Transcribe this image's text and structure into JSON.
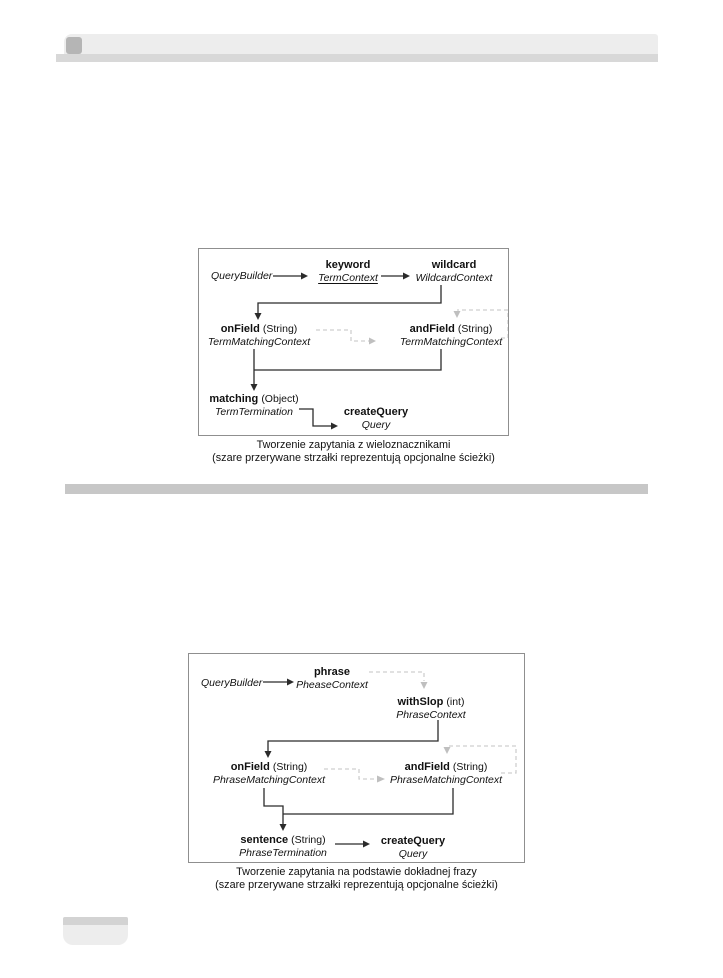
{
  "palette": {
    "page_bg": "#ffffff",
    "text": "#111111",
    "line": "#2b2b2b",
    "dashed": "#cfcfcf",
    "dashed_arrow": "#bfbfbf",
    "border": "#8f8f8f",
    "header_bar": "#ededed",
    "header_strip": "#d8d8d8",
    "header_square": "#b5b5b5",
    "separator": "#c7c7c7",
    "badge_body": "#ededed",
    "badge_strip": "#d3d3d3"
  },
  "figure1": {
    "nodes": {
      "querybuilder": {
        "label": "QueryBuilder"
      },
      "keyword": {
        "name": "keyword",
        "context": "TermContext"
      },
      "wildcard": {
        "name": "wildcard",
        "context": "WildcardContext"
      },
      "onfield": {
        "name": "onField",
        "args": "(String)",
        "context": "TermMatchingContext"
      },
      "andfield": {
        "name": "andField",
        "args": "(String)",
        "context": "TermMatchingContext"
      },
      "matching": {
        "name": "matching",
        "args": "(Object)",
        "context": "TermTermination"
      },
      "createquery": {
        "name": "createQuery",
        "context": "Query"
      }
    },
    "caption_line1": "Tworzenie zapytania z wieloznacznikami",
    "caption_line2": "(szare przerywane strzałki reprezentują opcjonalne ścieżki)"
  },
  "figure2": {
    "nodes": {
      "querybuilder": {
        "label": "QueryBuilder"
      },
      "phrase": {
        "name": "phrase",
        "context": "PheaseContext"
      },
      "withslop": {
        "name": "withSlop",
        "args": "(int)",
        "context": "PhraseContext"
      },
      "onfield": {
        "name": "onField",
        "args": "(String)",
        "context": "PhraseMatchingContext"
      },
      "andfield": {
        "name": "andField",
        "args": "(String)",
        "context": "PhraseMatchingContext"
      },
      "sentence": {
        "name": "sentence",
        "args": "(String)",
        "context": "PhraseTermination"
      },
      "createquery": {
        "name": "createQuery",
        "context": "Query"
      }
    },
    "caption_line1": "Tworzenie zapytania na podstawie dokładnej frazy",
    "caption_line2": "(szare przerywane strzałki reprezentują opcjonalne ścieżki)"
  }
}
